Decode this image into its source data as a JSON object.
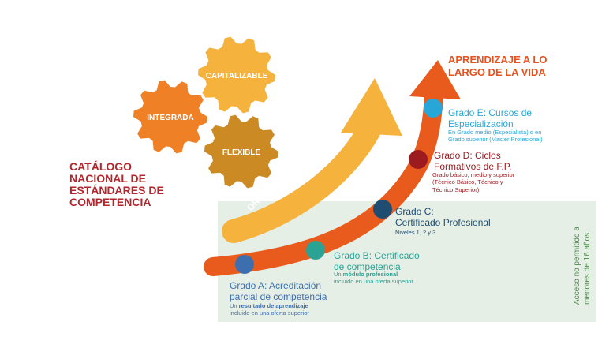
{
  "gears": [
    {
      "label": "CAPITALIZABLE",
      "color": "#f5b23c"
    },
    {
      "label": "INTEGRADA",
      "color": "#f08026"
    },
    {
      "label": "FLEXIBLE",
      "color": "#cc8a25"
    }
  ],
  "catalog_title": [
    "CATÁLOGO",
    "NACIONAL DE",
    "ESTÁNDARES DE",
    "COMPETENCIA"
  ],
  "orientation_label": "ORIENTACIÓN PROFESIONAL",
  "lifelong_title": [
    "APRENDIZAJE A LO",
    "LARGO DE LA VIDA"
  ],
  "age_note": [
    "Acceso no permitido a",
    "menores de 16 años"
  ],
  "grades": [
    {
      "title": [
        "Grado A: Acreditación",
        "parcial de competencia"
      ],
      "sub_pre": "Un ",
      "sub_bold": "resultado de aprendizaje",
      "sub_post": "incluido en una oferta superior",
      "color": "#3d6fae"
    },
    {
      "title": [
        "Grado B: Certificado",
        "de competencia"
      ],
      "sub_pre": "Un ",
      "sub_bold": "módulo profesional",
      "sub_post": "incluido en una oferta superior",
      "color": "#2aa395"
    },
    {
      "title": [
        "Grado C:",
        "Certificado Profesional"
      ],
      "sub": [
        "Niveles 1, 2 y 3"
      ],
      "color": "#1f4d72"
    },
    {
      "title": [
        "Grado D: Ciclos",
        "Formativos de F.P."
      ],
      "sub": [
        "Grado básico, medio y superior",
        "(Técnico Básico, Técnico y",
        "Técnico Superior)"
      ],
      "color": "#9b1b1f"
    },
    {
      "title": [
        "Grado E: Cursos de",
        "Especialización"
      ],
      "sub": [
        "En Grado medio (Especialista) o en",
        "Grado superior (Master Profesional)"
      ],
      "color": "#29a6d8"
    }
  ],
  "colors": {
    "main_arrow": "#e95b1c",
    "orientation_arrow": "#f5b23c",
    "panel": "#e6efe6",
    "age_text": "#4d8a4a",
    "catalog_text": "#b5262c"
  }
}
